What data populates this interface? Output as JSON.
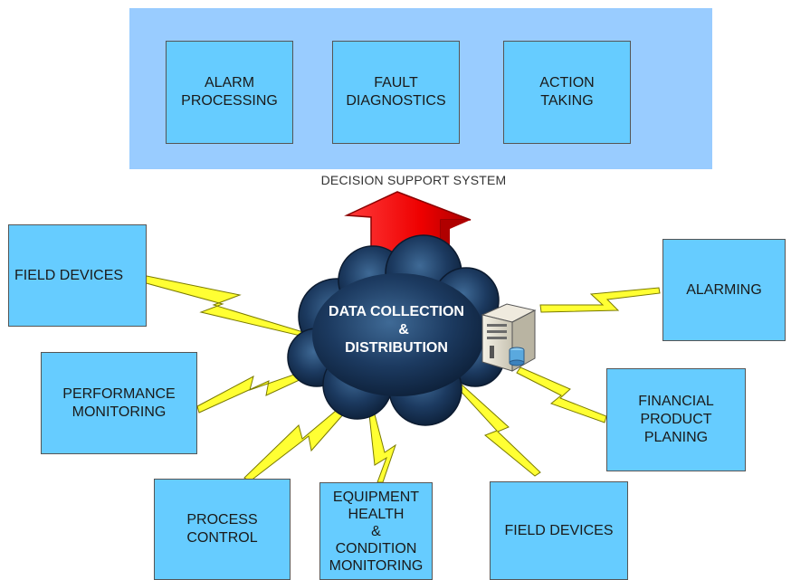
{
  "decision_support": {
    "label": "DECISION SUPPORT SYSTEM",
    "modules": [
      "ALARM\nPROCESSING",
      "FAULT\nDIAGNOSTICS",
      "ACTION\nTAKING"
    ]
  },
  "hub": {
    "line1": "DATA COLLECTION",
    "line2": "&",
    "line3": "DISTRIBUTION"
  },
  "nodes": {
    "field_devices_left": "FIELD DEVICES",
    "performance_monitoring": "PERFORMANCE\nMONITORING",
    "process_control": "PROCESS\nCONTROL",
    "equipment_health": "EQUIPMENT\nHEALTH\n&\nCONDITION\nMONITORING",
    "field_devices_bottom": "FIELD DEVICES",
    "financial_planing": "FINANCIAL\nPRODUCT\nPLANING",
    "alarming": "ALARMING"
  },
  "colors": {
    "panel": "#99ccff",
    "box": "#66ccff",
    "arrow": "#ff0000",
    "lightning": "#ffff33",
    "cloud": "#1f3a5c"
  }
}
